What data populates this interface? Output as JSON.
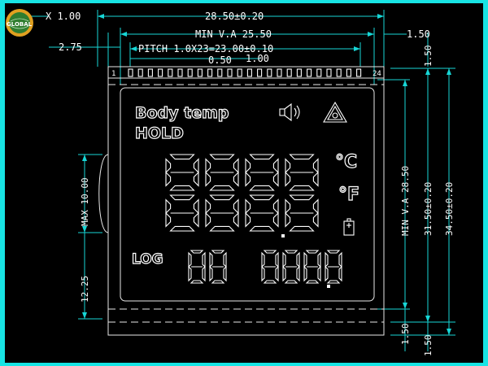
{
  "logo": {
    "text": "GLOBAL",
    "color_outer": "#2f7d2f",
    "color_ring": "#e0a020"
  },
  "dimensions": {
    "top_left_a": "X 1.00",
    "overall_width": "28.50±0.20",
    "view_area_width": "MIN V.A 25.50",
    "pitch": "PITCH 1.0X23=23.00±0.10",
    "pin_width": "0.50",
    "pin_spacing": "1.00",
    "left_offset": "2.75",
    "right_top": "1.50",
    "right_top_v": "1.50",
    "left_v_upper": "MAX 10.00",
    "left_v_lower": "12.25",
    "right_v_view": "MIN V.A 28.50",
    "right_v_mid": "31.50±0.20",
    "right_v_overall": "34.50±0.20",
    "bottom_v_a": "1.50",
    "bottom_v_b": "1.50"
  },
  "pins": {
    "first": "1",
    "last": "24"
  },
  "lcd": {
    "body_temp": "Body temp",
    "hold": "HOLD",
    "log": "LOG",
    "celsius": "°C",
    "fahrenheit": "°F"
  },
  "icons": [
    "speaker-icon",
    "warning-triangle-icon",
    "battery-icon",
    "globe-logo-icon"
  ]
}
